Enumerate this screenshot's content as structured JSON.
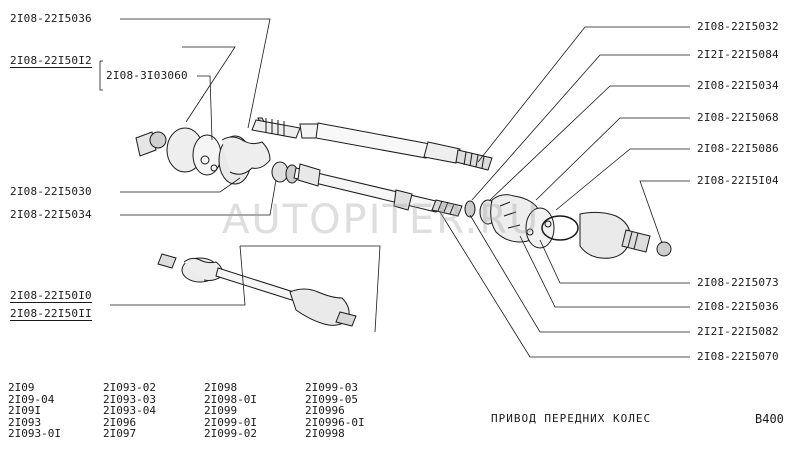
{
  "diagram": {
    "left_labels": [
      {
        "id": "l1",
        "text": "2I08-22I5036"
      },
      {
        "id": "l2",
        "text": "2I08-22I50I2"
      },
      {
        "id": "l3",
        "text": "2I08-3I03060"
      },
      {
        "id": "l4",
        "text": "2I08-22I5030"
      },
      {
        "id": "l5",
        "text": "2I08-22I5034"
      },
      {
        "id": "l6",
        "text": "2I08-22I50I0"
      },
      {
        "id": "l7",
        "text": "2I08-22I50II"
      }
    ],
    "right_labels": [
      {
        "id": "r1",
        "text": "2I08-22I5032"
      },
      {
        "id": "r2",
        "text": "2I2I-22I5084"
      },
      {
        "id": "r3",
        "text": "2I08-22I5034"
      },
      {
        "id": "r4",
        "text": "2I08-22I5068"
      },
      {
        "id": "r5",
        "text": "2I08-22I5086"
      },
      {
        "id": "r6",
        "text": "2I08-22I5I04"
      },
      {
        "id": "r7",
        "text": "2I08-22I5073"
      },
      {
        "id": "r8",
        "text": "2I08-22I5036"
      },
      {
        "id": "r9",
        "text": "2I2I-22I5082"
      },
      {
        "id": "r10",
        "text": "2I08-22I5070"
      }
    ],
    "models": [
      [
        "2I09",
        "2I09-04",
        "2I09I",
        "2I093",
        "2I093-0I"
      ],
      [
        "2I093-02",
        "2I093-03",
        "2I093-04",
        "2I096",
        "2I097"
      ],
      [
        "2I098",
        "2I098-0I",
        "2I099",
        "2I099-0I",
        "2I099-02"
      ],
      [
        "2I099-03",
        "2I099-05",
        "2I0996",
        "2I0996-0I",
        "2I0998"
      ]
    ],
    "title": "ПРИВОД ПЕРЕДНИХ КОЛЕС",
    "code": "B400",
    "watermark": "AUTOPITER.RU"
  }
}
